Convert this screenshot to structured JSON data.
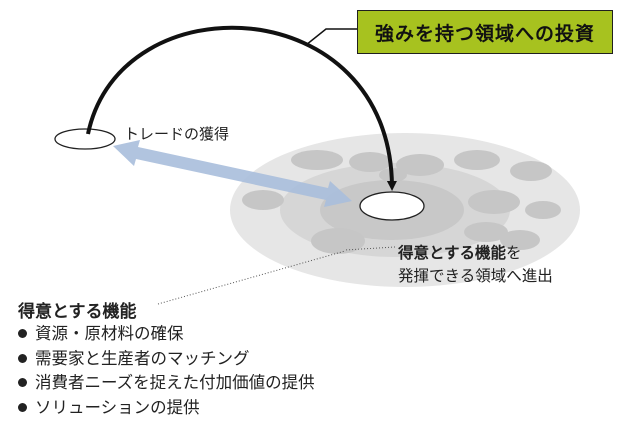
{
  "title_box": {
    "label": "強みを持つ領域への投資"
  },
  "trade": {
    "label": "トレードの獲得"
  },
  "target": {
    "line1_bold": "得意とする機能",
    "line1_rest": "を",
    "line2": "発揮できる領域へ進出"
  },
  "functions": {
    "title": "得意とする機能",
    "items": [
      "資源・原材料の確保",
      "需要家と生産者のマッチング",
      "消費者ニーズを捉えた付加価値の提供",
      "ソリューションの提供"
    ]
  },
  "colors": {
    "accent_green": "#a7c21f",
    "arrow_blue": "#a9bedb",
    "outer_disc": "#e6e6e6",
    "mid_disc": "#d3d3d3",
    "inner_disc": "#c2c2c2",
    "blob": "#c7c7c7"
  }
}
